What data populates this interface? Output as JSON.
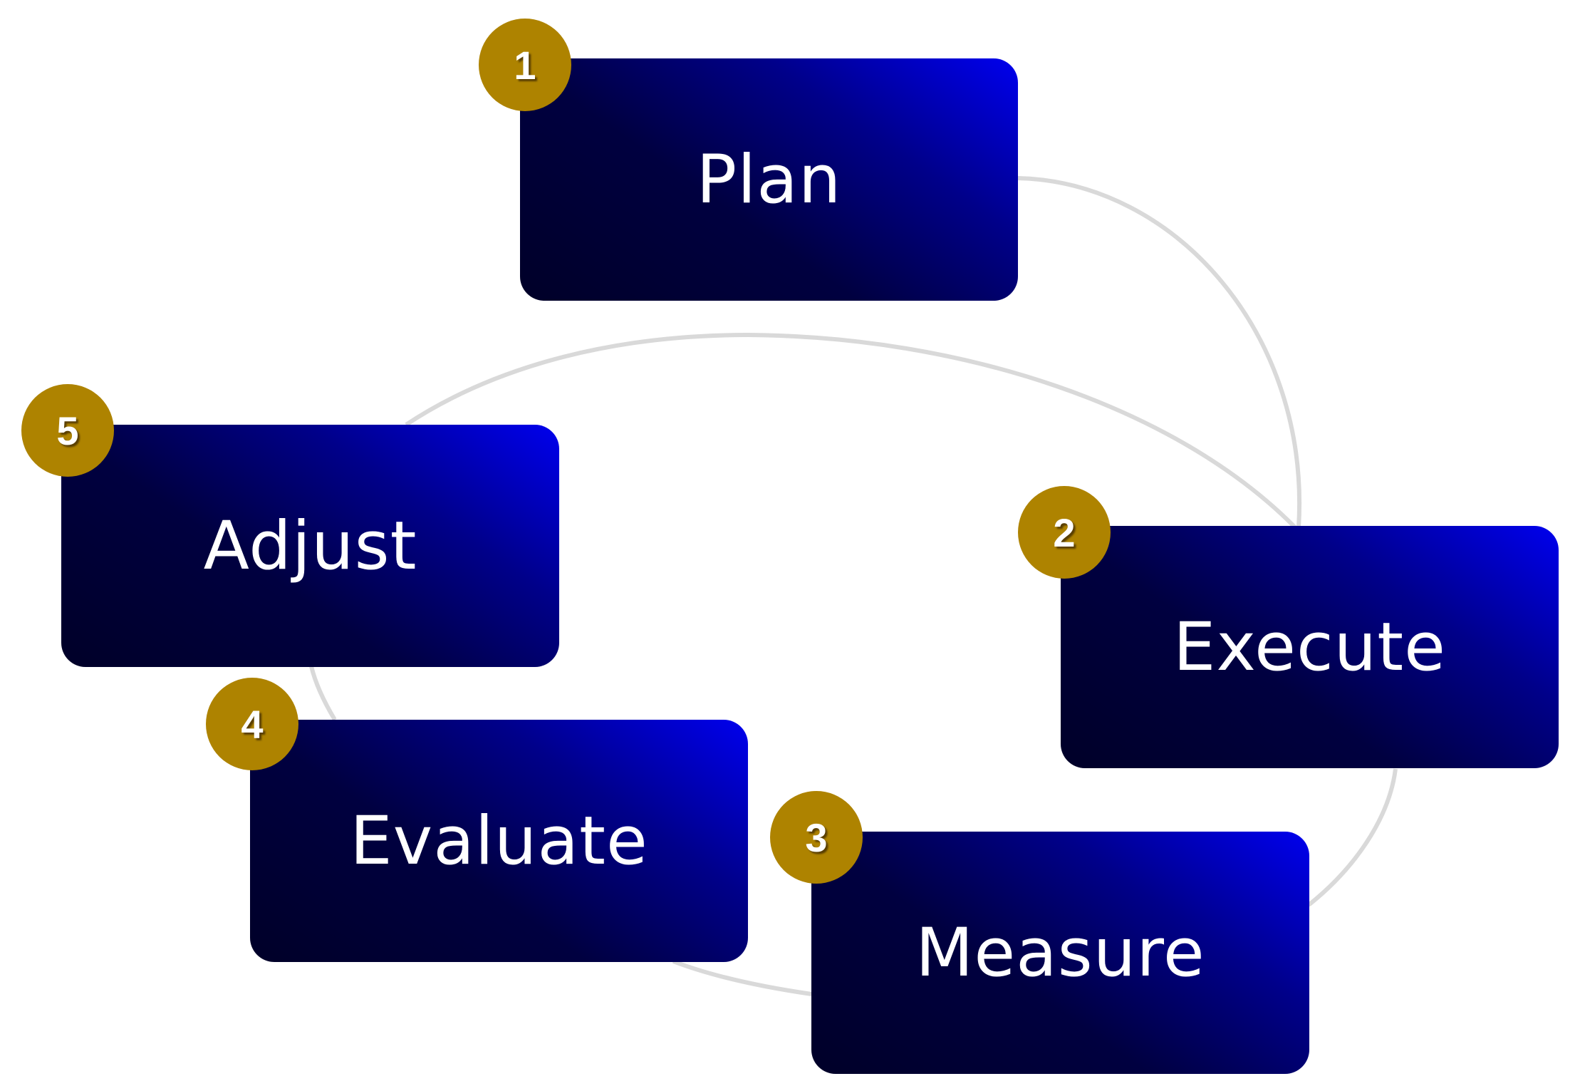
{
  "diagram": {
    "type": "cycle",
    "colors": {
      "card_dark": "#000028",
      "card_bright": "#0000ee",
      "badge": "#ae8300",
      "connector": "#d9d9d9",
      "text": "#ffffff"
    },
    "steps": [
      {
        "number": "1",
        "label": "Plan"
      },
      {
        "number": "2",
        "label": "Execute"
      },
      {
        "number": "3",
        "label": "Measure"
      },
      {
        "number": "4",
        "label": "Evaluate"
      },
      {
        "number": "5",
        "label": "Adjust"
      }
    ]
  }
}
